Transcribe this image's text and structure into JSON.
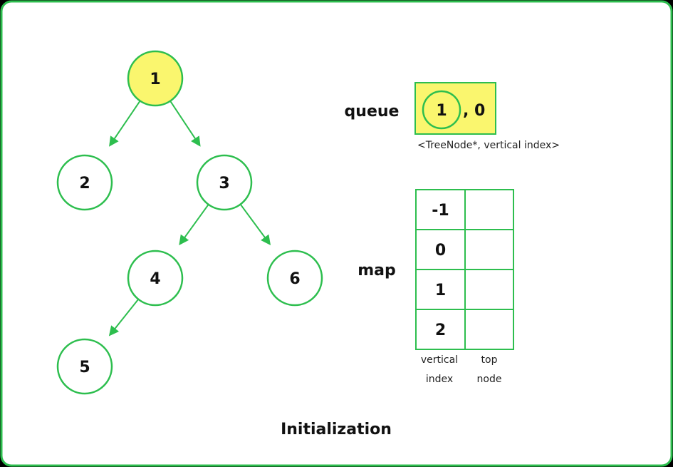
{
  "colors": {
    "green": "#2dbe4e",
    "highlight": "#faf66e",
    "background": "#ffffff",
    "text": "#111111"
  },
  "tree": {
    "nodes": [
      {
        "id": "n1",
        "label": "1",
        "highlighted": true
      },
      {
        "id": "n2",
        "label": "2",
        "highlighted": false
      },
      {
        "id": "n3",
        "label": "3",
        "highlighted": false
      },
      {
        "id": "n4",
        "label": "4",
        "highlighted": false
      },
      {
        "id": "n6",
        "label": "6",
        "highlighted": false
      },
      {
        "id": "n5",
        "label": "5",
        "highlighted": false
      }
    ],
    "edges": [
      {
        "from": "n1",
        "to": "n2"
      },
      {
        "from": "n1",
        "to": "n3"
      },
      {
        "from": "n3",
        "to": "n4"
      },
      {
        "from": "n3",
        "to": "n6"
      },
      {
        "from": "n4",
        "to": "n5"
      }
    ]
  },
  "queue": {
    "label": "queue",
    "node_value": "1",
    "index_text": ", 0",
    "caption": "<TreeNode*, vertical index>"
  },
  "map": {
    "label": "map",
    "rows": [
      {
        "key": "-1",
        "value": ""
      },
      {
        "key": "0",
        "value": ""
      },
      {
        "key": "1",
        "value": ""
      },
      {
        "key": "2",
        "value": ""
      }
    ],
    "col1_caption_line1": "vertical",
    "col1_caption_line2": "index",
    "col2_caption_line1": "top",
    "col2_caption_line2": "node"
  },
  "title": "Initialization"
}
